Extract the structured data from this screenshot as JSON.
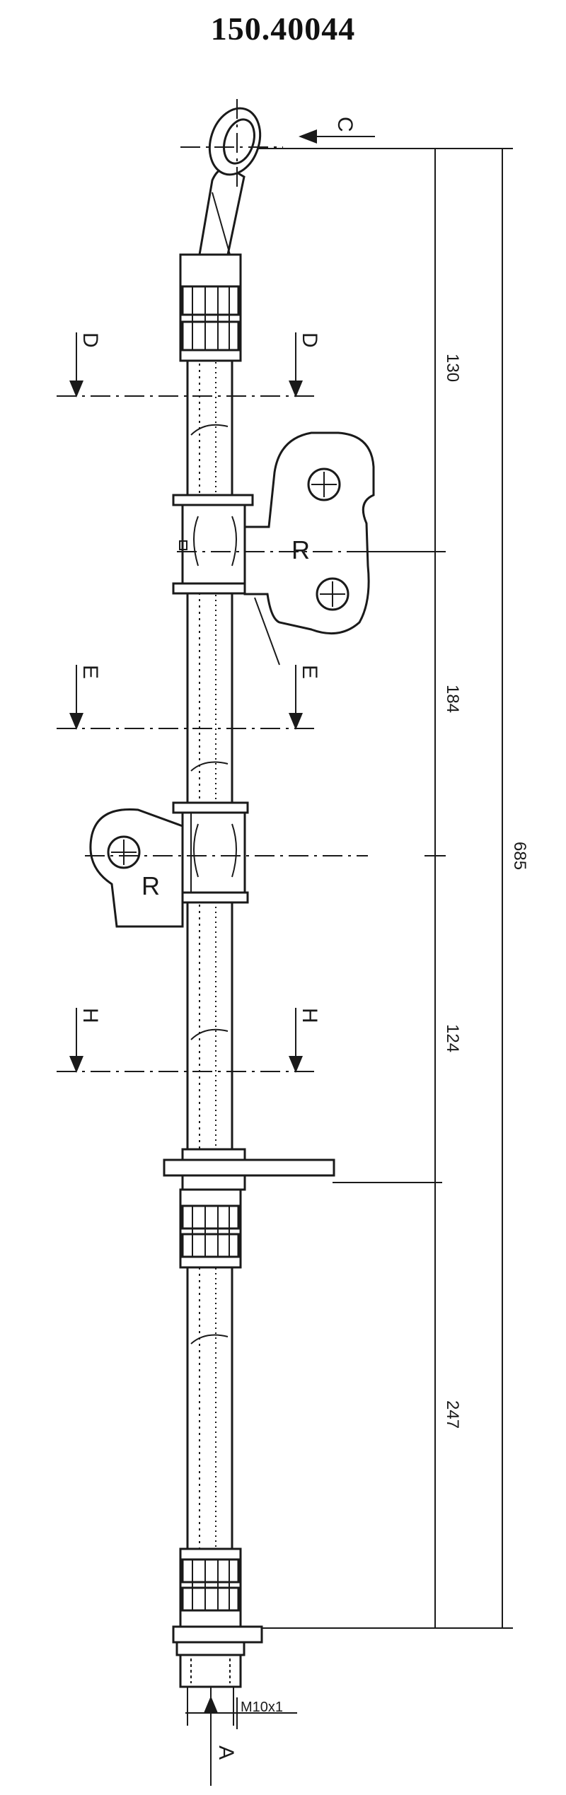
{
  "title": "150.40044",
  "dimensions": [
    {
      "value": "130"
    },
    {
      "value": "184"
    },
    {
      "value": "124"
    },
    {
      "value": "247"
    },
    {
      "value": "685"
    }
  ],
  "section_markers": [
    {
      "letter": "D"
    },
    {
      "letter": "E"
    },
    {
      "letter": "H"
    }
  ],
  "view_arrows": [
    {
      "letter": "C"
    },
    {
      "letter": "A"
    }
  ],
  "bracket_labels": [
    "R",
    "R"
  ],
  "thread_spec": "M10x1"
}
